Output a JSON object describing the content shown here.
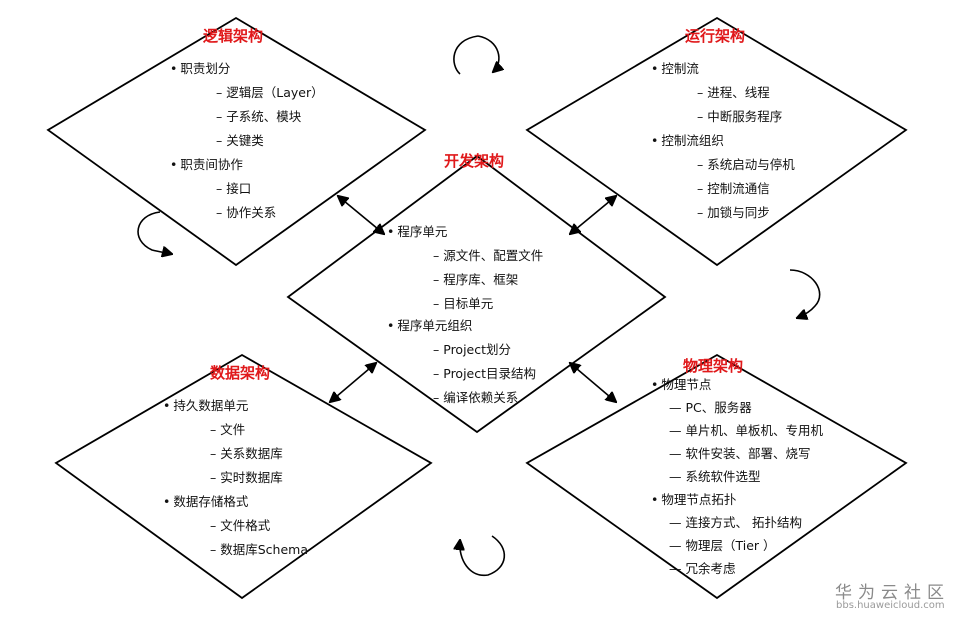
{
  "accent_title_color": "#e0191b",
  "connector_color": "#000000",
  "logical": {
    "title": "逻辑架构",
    "items": [
      {
        "text": "职责划分",
        "subs": [
          "逻辑层（Layer）",
          "子系统、模块",
          "关键类"
        ]
      },
      {
        "text": "职责间协作",
        "subs": [
          "接口",
          "协作关系"
        ]
      }
    ]
  },
  "runtime": {
    "title": "运行架构",
    "items": [
      {
        "text": "控制流",
        "subs": [
          "进程、线程",
          "中断服务程序"
        ]
      },
      {
        "text": "控制流组织",
        "subs": [
          "系统启动与停机",
          "控制流通信",
          "加锁与同步"
        ]
      }
    ]
  },
  "development": {
    "title": "开发架构",
    "items": [
      {
        "text": "程序单元",
        "subs": [
          "源文件、配置文件",
          "程序库、框架",
          "目标单元"
        ]
      },
      {
        "text": "程序单元组织",
        "subs": [
          "Project划分",
          "Project目录结构",
          "编译依赖关系"
        ]
      }
    ]
  },
  "data": {
    "title": "数据架构",
    "items": [
      {
        "text": "持久数据单元",
        "subs": [
          "文件",
          "关系数据库",
          "实时数据库"
        ]
      },
      {
        "text": "数据存储格式",
        "subs": [
          "文件格式",
          "数据库Schema"
        ]
      }
    ]
  },
  "physical": {
    "title": "物理架构",
    "items": [
      {
        "text": "物理节点",
        "subs": [
          "PC、服务器",
          "单片机、单板机、专用机",
          "软件安装、部署、烧写",
          "系统软件选型"
        ]
      },
      {
        "text": "物理节点拓扑",
        "subs": [
          "连接方式、 拓扑结构",
          "物理层（Tier ）",
          "冗余考虑"
        ]
      }
    ]
  },
  "watermark": {
    "brand": "华为云社区",
    "url": "bbs.huaweicloud.com"
  }
}
